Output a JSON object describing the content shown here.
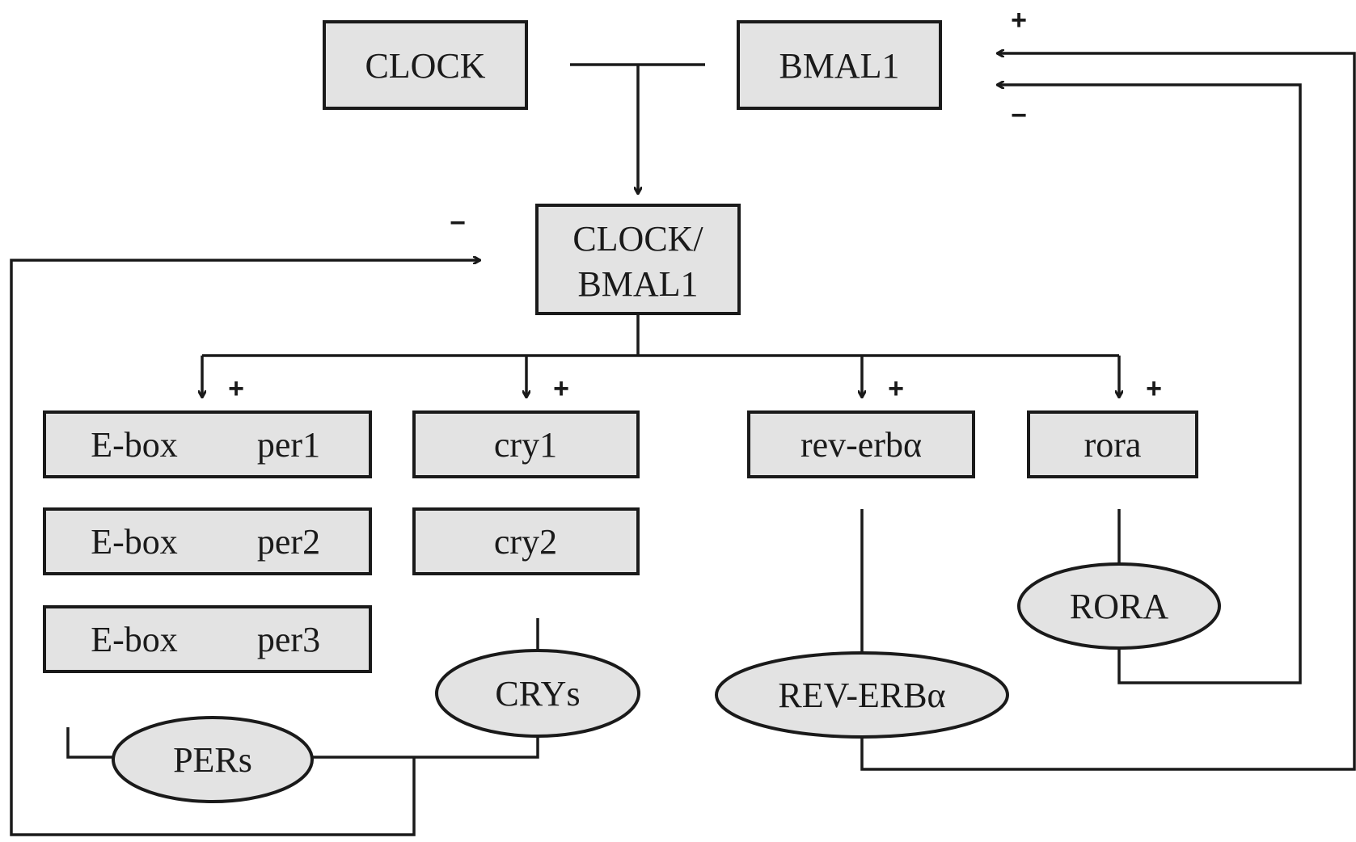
{
  "nodes": {
    "clock": "CLOCK",
    "bmal1": "BMAL1",
    "complex_line1": "CLOCK/",
    "complex_line2": "BMAL1",
    "ebox1": "E-box",
    "per1": "per1",
    "ebox2": "E-box",
    "per2": "per2",
    "ebox3": "E-box",
    "per3": "per3",
    "cry1": "cry1",
    "cry2": "cry2",
    "reverb_gene": "rev-erbα",
    "rora_gene": "rora",
    "pers": "PERs",
    "crys": "CRYs",
    "reverb_protein": "REV-ERBα",
    "rora_protein": "RORA"
  },
  "signs": {
    "rora_to_bmal1": "+",
    "reverb_to_bmal1": "−",
    "pers_crys_to_complex": "−",
    "to_per": "+",
    "to_cry": "+",
    "to_reverb": "+",
    "to_rora": "+"
  },
  "colors": {
    "box_fill": "#e3e3e3",
    "stroke": "#1a1a1a"
  }
}
